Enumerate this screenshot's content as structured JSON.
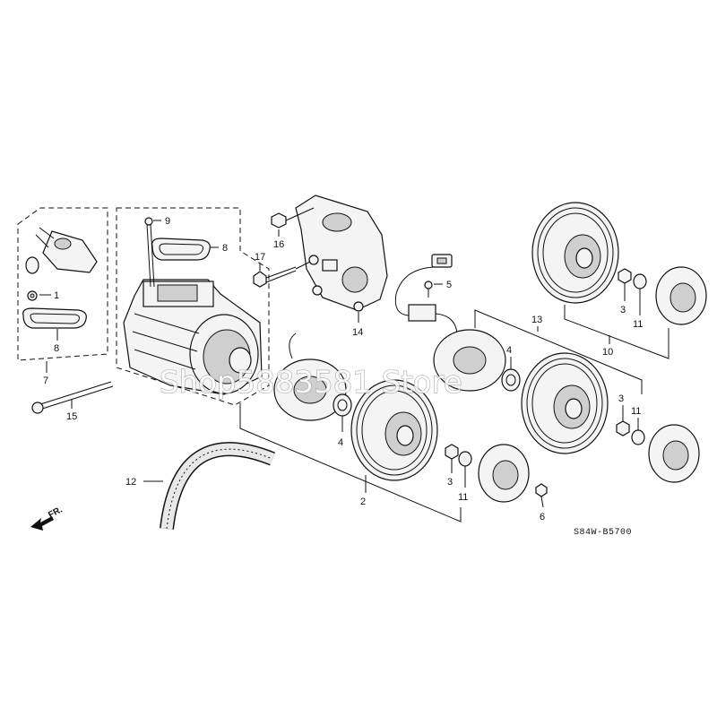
{
  "diagram": {
    "code": "S84W-B5700",
    "front_marker": "FR.",
    "watermark": "Shop5883581 Store",
    "callouts": {
      "c1": "1",
      "c2": "2",
      "c3a": "3",
      "c3b": "3",
      "c3c": "3",
      "c4a": "4",
      "c4b": "4",
      "c5": "5",
      "c6": "6",
      "c7": "7",
      "c8a": "8",
      "c8b": "8",
      "c9": "9",
      "c10": "10",
      "c11a": "11",
      "c11b": "11",
      "c11c": "11",
      "c12": "12",
      "c13": "13",
      "c14": "14",
      "c15": "15",
      "c16": "16",
      "c17": "17"
    }
  }
}
